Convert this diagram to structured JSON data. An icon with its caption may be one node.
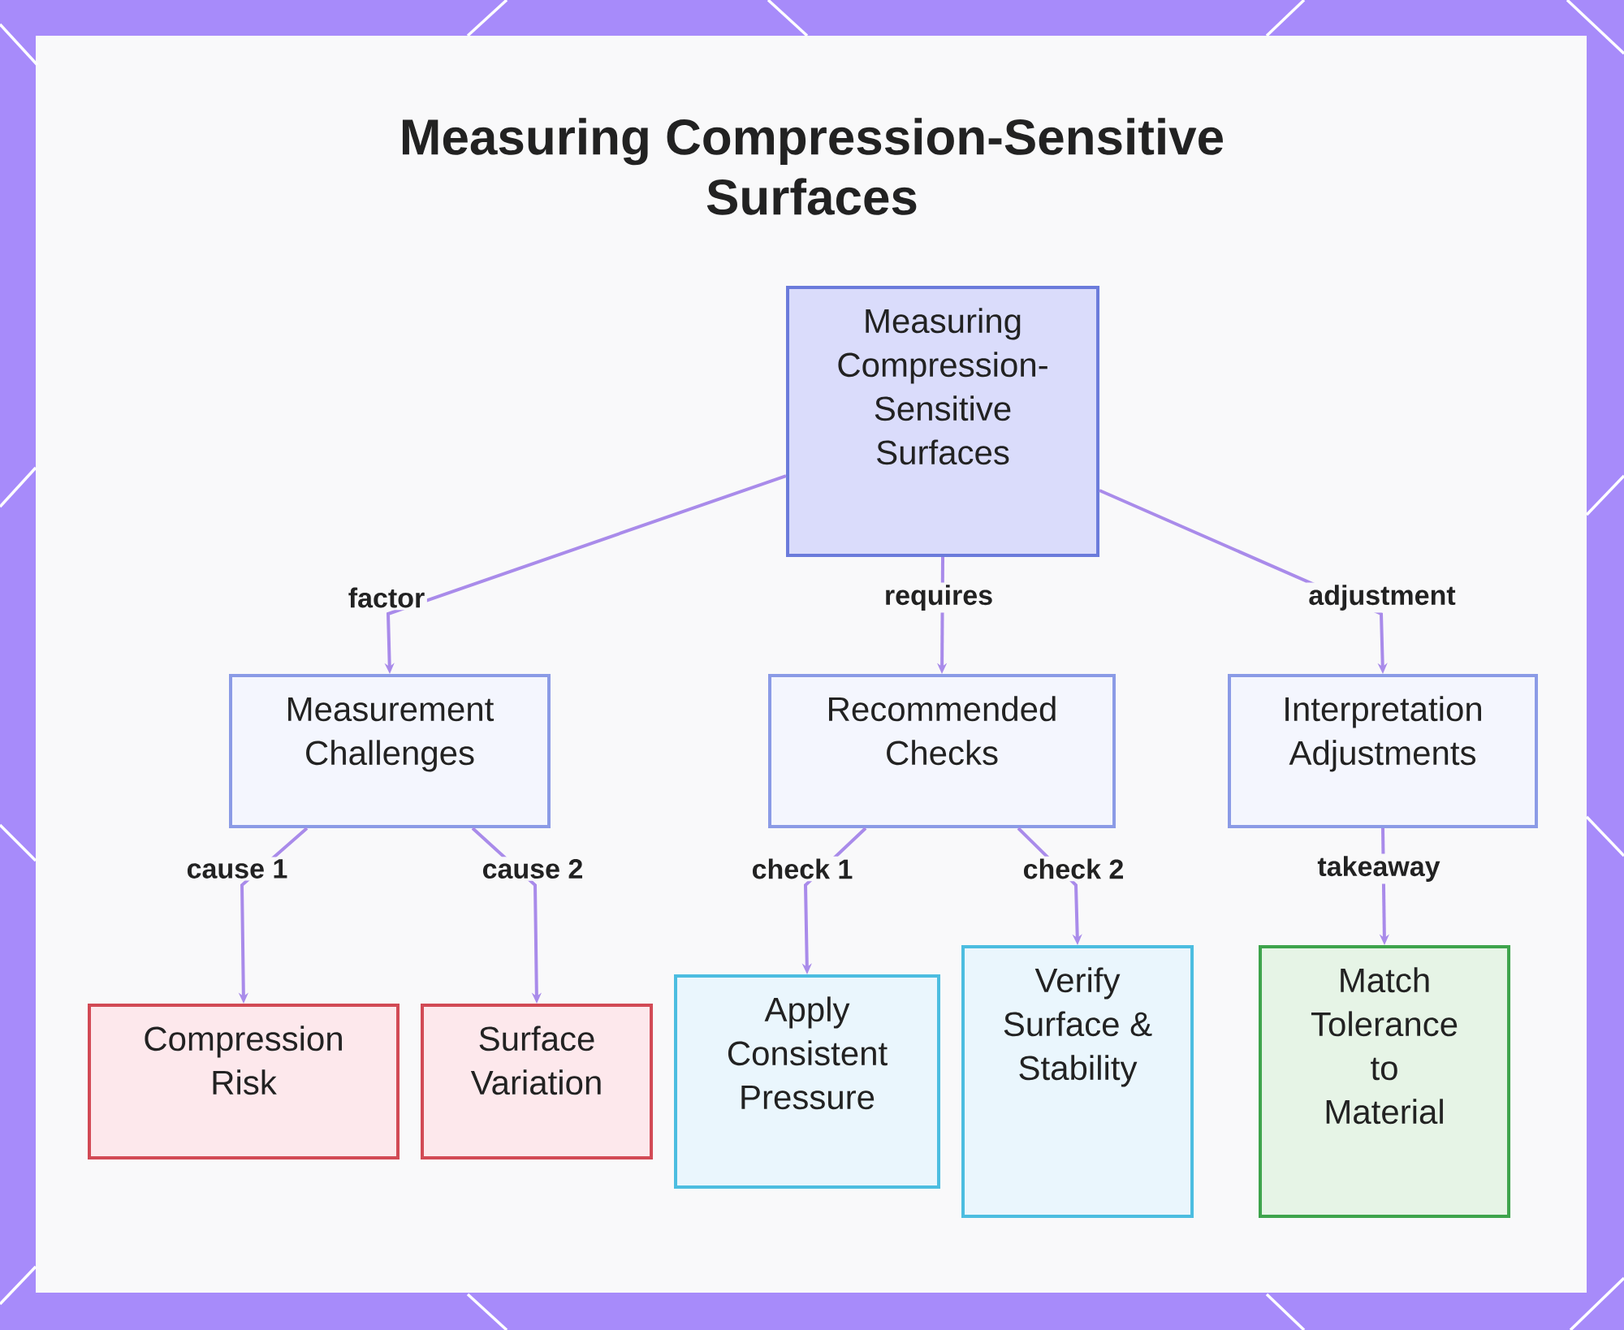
{
  "diagram": {
    "title": "Measuring Compression-Sensitive Surfaces",
    "nodes": [
      {
        "text": [
          "Measuring Compression-Sensitive Surfaces"
        ]
      },
      {
        "text": [
          "Measurement Challenges"
        ]
      },
      {
        "text": [
          "Recommended Checks"
        ]
      },
      {
        "text": [
          "Interpretation Adjustments"
        ]
      },
      {
        "text": [
          "Compression Risk"
        ]
      },
      {
        "text": [
          "Surface Variation"
        ]
      },
      {
        "text": [
          "Apply Consistent Pressure"
        ]
      },
      {
        "text": [
          "Verify Surface & Stability"
        ]
      },
      {
        "text": [
          "Match Tolerance to Material"
        ]
      }
    ],
    "edges": [
      {
        "from": 0,
        "to": 1,
        "arrow": "to",
        "label": "factor"
      },
      {
        "from": 0,
        "to": 2,
        "arrow": "to",
        "label": "requires"
      },
      {
        "from": 0,
        "to": 3,
        "arrow": "to",
        "label": "adjustment"
      },
      {
        "from": 1,
        "to": 4,
        "arrow": "to",
        "label": "cause 1"
      },
      {
        "from": 1,
        "to": 5,
        "arrow": "to",
        "label": "cause 2"
      },
      {
        "from": 2,
        "to": 6,
        "arrow": "to",
        "label": "check 1"
      },
      {
        "from": 2,
        "to": 7,
        "arrow": "to",
        "label": "check 2"
      },
      {
        "from": 3,
        "to": 8,
        "arrow": "to",
        "label": "takeaway"
      }
    ]
  }
}
